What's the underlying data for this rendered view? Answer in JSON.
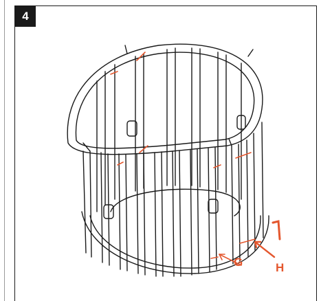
{
  "step": {
    "number": "4"
  },
  "callouts": {
    "g": "G",
    "h": "H"
  },
  "colors": {
    "frame": "#1a1a1a",
    "accent": "#e4572e"
  },
  "icons": [
    "crib-frame-drawing",
    "screw-g-icon",
    "screw-h-icon",
    "hex-key-icon"
  ]
}
